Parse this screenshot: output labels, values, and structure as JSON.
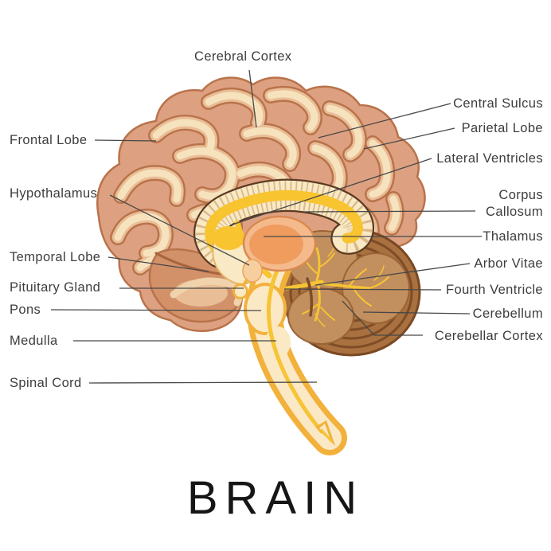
{
  "title": "BRAIN",
  "diagram": {
    "subject_labels": {
      "cerebral_cortex": "Cerebral Cortex",
      "frontal_lobe": "Frontal Lobe",
      "hypothalamus": "Hypothalamus",
      "temporal_lobe": "Temporal Lobe",
      "pituitary_gland": "Pituitary Gland",
      "pons": "Pons",
      "medulla": "Medulla",
      "spinal_cord": "Spinal Cord",
      "central_sulcus": "Central Sulcus",
      "parietal_lobe": "Parietal Lobe",
      "lateral_ventricles": "Lateral Ventricles",
      "corpus_callosum": "Corpus Callosum",
      "thalamus": "Thalamus",
      "arbor_vitae": "Arbor Vitae",
      "fourth_ventricle": "Fourth Ventricle",
      "cerebellum": "Cerebellum",
      "cerebellar_cortex": "Cerebellar Cortex"
    },
    "colors": {
      "background": "#ffffff",
      "label_text": "#3d3d3d",
      "leader_line": "#474747",
      "cortex_base": "#dda181",
      "cortex_outline": "#b9734b",
      "gyri_cream": "#f6e3be",
      "gyri_peach": "#e9bd96",
      "corpus_callosum_cream": "#f9e9c4",
      "corpus_callosum_outline": "#5c3a22",
      "ventricle_gold": "#f8c42f",
      "thalamus_orange": "#f09c5f",
      "cerebellum_rim_brown": "#a9713f",
      "cerebellum_lobe_brown": "#c28f5e",
      "arbor_vitae_yellow": "#f6c435",
      "brainstem_gold": "#f2b13b",
      "brainstem_cream": "#fbe9c5"
    }
  }
}
